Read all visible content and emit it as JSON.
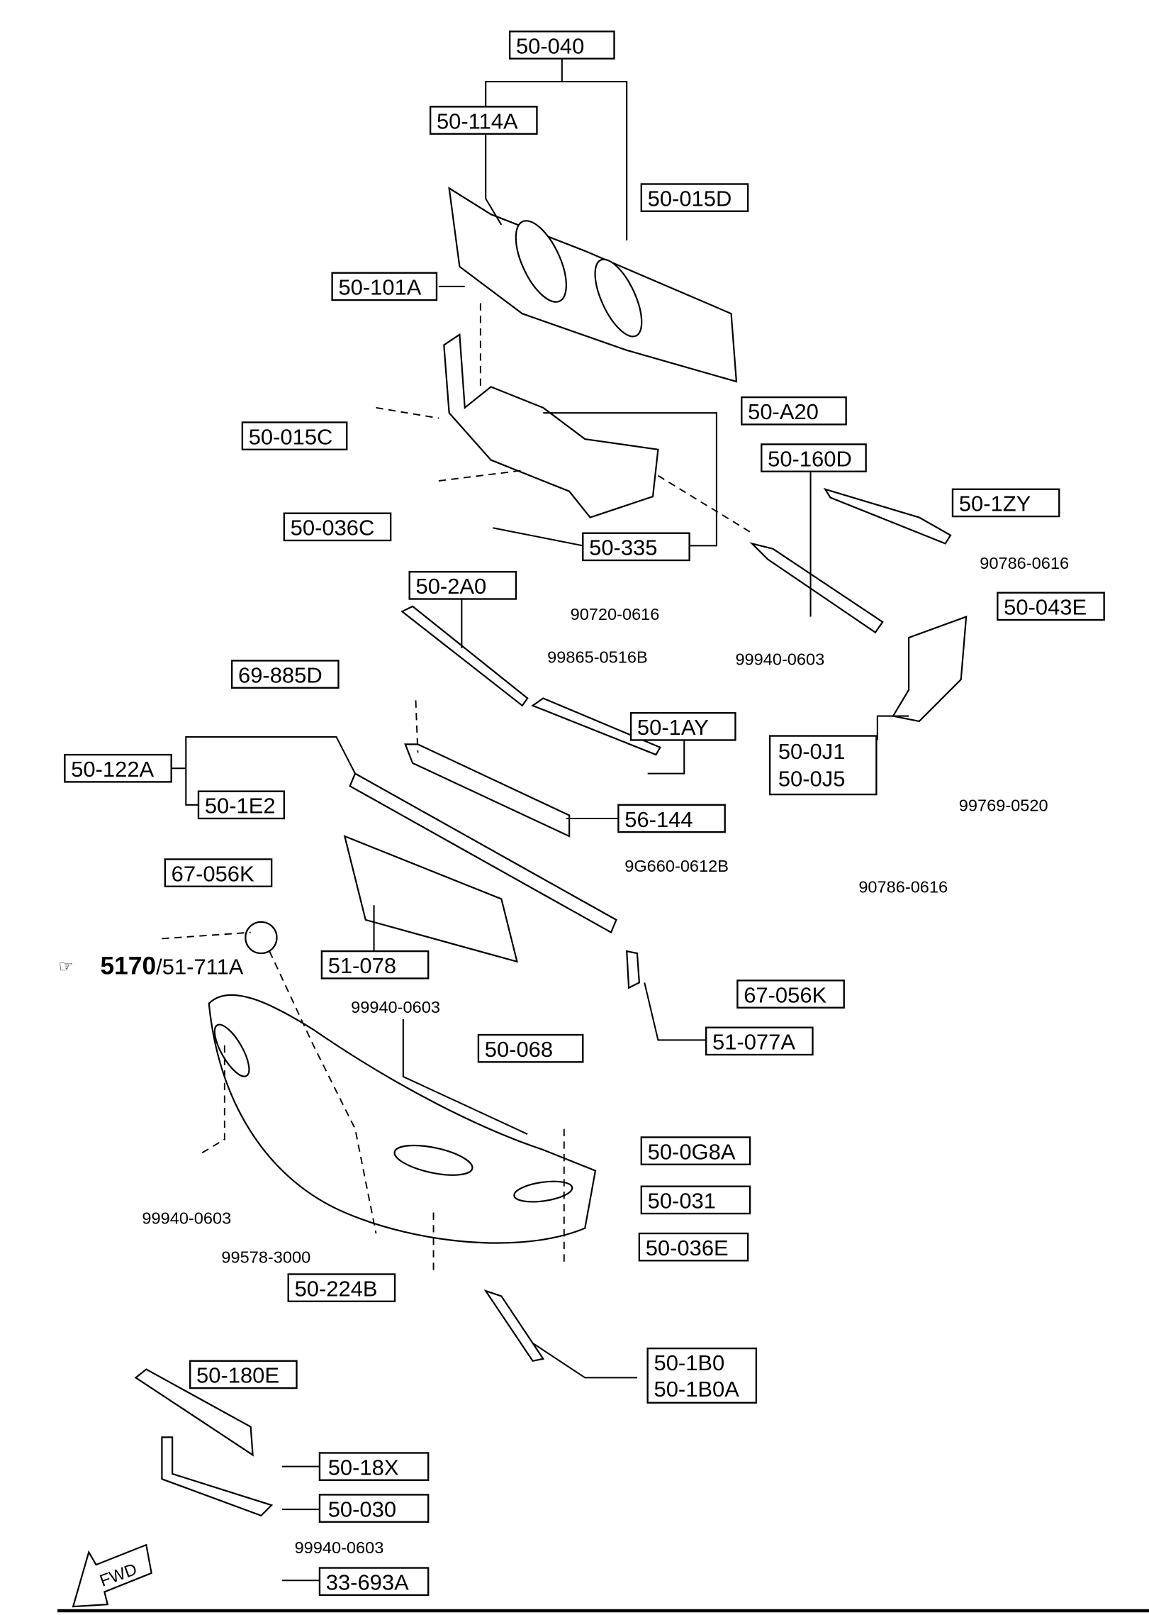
{
  "diagram": {
    "boxed_labels": [
      "50-040",
      "50-114A",
      "50-015D",
      "50-101A",
      "50-A20",
      "50-015C",
      "50-160D",
      "50-1ZY",
      "50-036C",
      "50-335",
      "50-2A0",
      "50-043E",
      "69-885D",
      "50-1AY",
      "50-122A",
      "50-1E2",
      "56-144",
      "67-056K",
      "51-078",
      "67-056K",
      "51-077A",
      "50-068",
      "50-0G8A",
      "50-031",
      "50-036E",
      "50-224B",
      "50-180E",
      "50-18X",
      "50-030",
      "33-693A"
    ],
    "boxed_double": [
      [
        "50-0J1",
        "50-0J5"
      ],
      [
        "50-1B0",
        "50-1B0A"
      ]
    ],
    "plain_labels": [
      "90786-0616",
      "90720-0616",
      "99865-0516B",
      "99940-0603",
      "99769-0520",
      "9G660-0612B",
      "90786-0616",
      "99940-0603",
      "99940-0603",
      "99578-3000",
      "99940-0603"
    ],
    "reference": {
      "bold": "5170",
      "rest": "/51-711A"
    },
    "fwd_label": "FWD"
  }
}
